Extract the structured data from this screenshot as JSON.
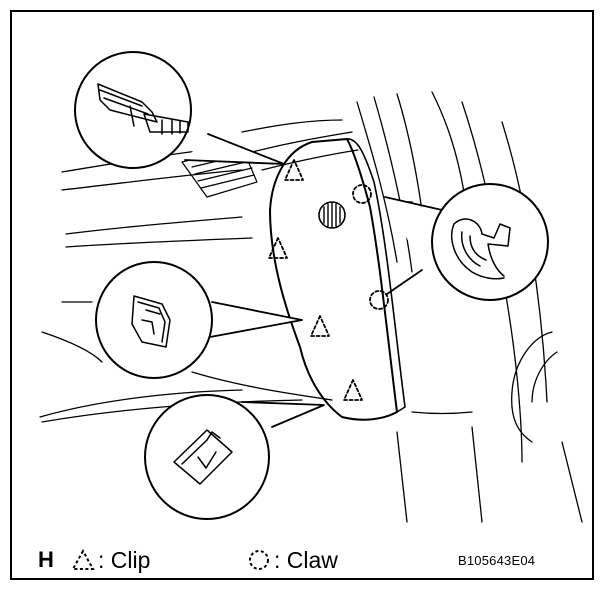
{
  "figure_letter": "H",
  "legend": {
    "clip_label": ": Clip",
    "claw_label": ": Claw"
  },
  "figure_code": "B105643E04",
  "icons": {
    "clip_marker": "dashed-triangle",
    "claw_marker": "dashed-circle"
  },
  "colors": {
    "line": "#000000",
    "background": "#ffffff"
  }
}
